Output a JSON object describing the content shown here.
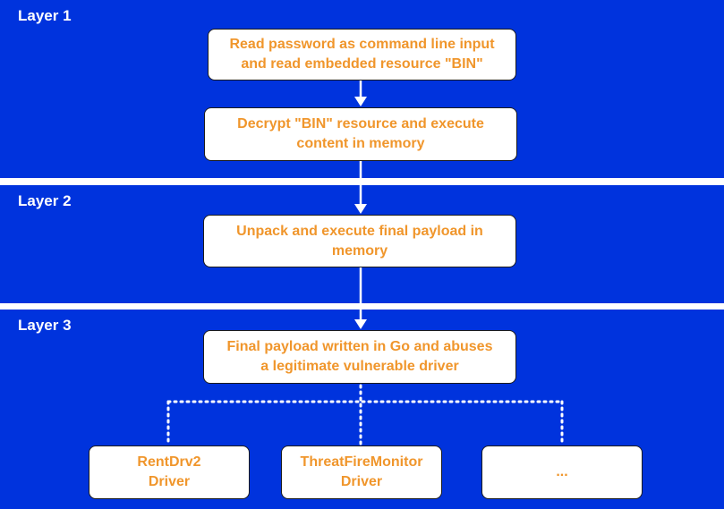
{
  "layers": [
    {
      "label": "Layer 1"
    },
    {
      "label": "Layer 2"
    },
    {
      "label": "Layer 3"
    }
  ],
  "steps": [
    {
      "text": "Read password as command line input\nand read embedded resource \"BIN\""
    },
    {
      "text": "Decrypt \"BIN\" resource and execute\ncontent in memory"
    },
    {
      "text": "Unpack and execute final payload in\nmemory"
    },
    {
      "text": "Final payload written in Go and abuses\na legitimate vulnerable driver"
    }
  ],
  "drivers": [
    {
      "text": "RentDrv2\nDriver"
    },
    {
      "text": "ThreatFireMonitor\nDriver"
    },
    {
      "text": "..."
    }
  ],
  "colors": {
    "layer_background": "#0033dd",
    "box_text": "#f0962c",
    "connector": "#ffffff"
  }
}
